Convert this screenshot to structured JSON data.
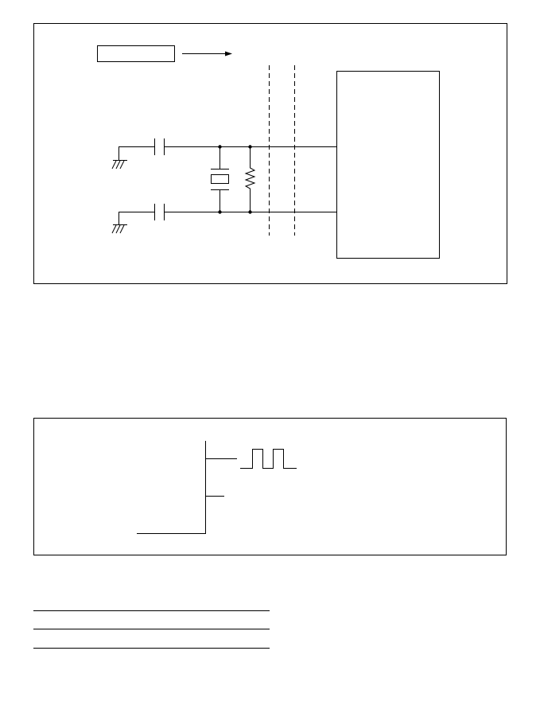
{
  "figures": [
    {
      "name": "oscillator-circuit-diagram",
      "components": [
        "external-box",
        "signal-arrow",
        "ground-1",
        "ground-2",
        "capacitor-1",
        "capacitor-2",
        "crystal-resonator",
        "feedback-resistor",
        "chip-boundary",
        "ic-block"
      ]
    },
    {
      "name": "clock-waveform-diagram",
      "components": [
        "input-line",
        "branch-bus",
        "clock-pulse-train",
        "branch-output"
      ]
    }
  ],
  "table": {
    "rows": 2,
    "cells": []
  },
  "colors": {
    "line": "#000000",
    "background": "#ffffff"
  }
}
